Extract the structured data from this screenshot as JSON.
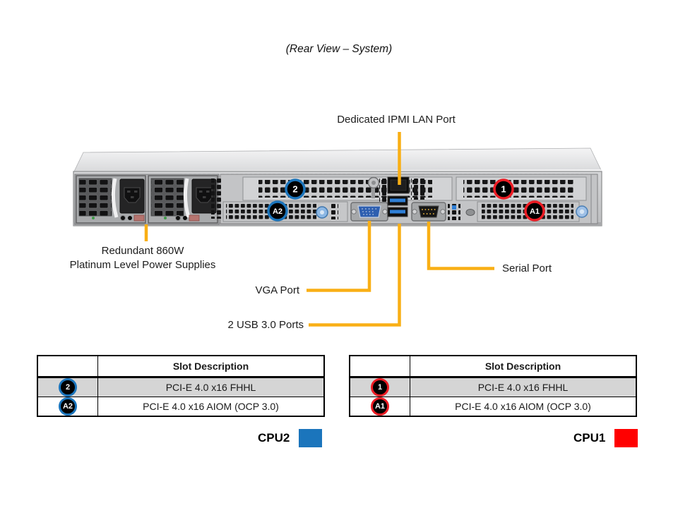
{
  "title": "(Rear View – System)",
  "callouts": {
    "ipmi_label": "Dedicated IPMI LAN Port",
    "psu_label_line1": "Redundant 860W",
    "psu_label_line2": "Platinum Level Power Supplies",
    "vga_label": "VGA Port",
    "usb_label": "2 USB 3.0 Ports",
    "serial_label": "Serial Port"
  },
  "server": {
    "markers": {
      "slot2": "2",
      "aiom2": "A2",
      "slot1": "1",
      "aiom1": "A1"
    }
  },
  "tables": [
    {
      "side": "CPU2",
      "header": "Slot Description",
      "rows": [
        {
          "marker": "2",
          "desc": "PCI-E 4.0 x16 FHHL"
        },
        {
          "marker": "A2",
          "desc": "PCI-E 4.0 x16 AIOM (OCP 3.0)"
        }
      ]
    },
    {
      "side": "CPU1",
      "header": "Slot Description",
      "rows": [
        {
          "marker": "1",
          "desc": "PCI-E 4.0 x16 FHHL"
        },
        {
          "marker": "A1",
          "desc": "PCI-E 4.0 x16 AIOM (OCP 3.0)"
        }
      ]
    }
  ],
  "cpu_legend": [
    {
      "label": "CPU2",
      "color": "#1B75BC"
    },
    {
      "label": "CPU1",
      "color": "#FF0000"
    }
  ],
  "colors": {
    "callout_line": "#F9AF15",
    "blue_accent": "#1B75BC",
    "red_accent": "#ED1C24",
    "table_shaded_row": "#D5D5D5"
  }
}
